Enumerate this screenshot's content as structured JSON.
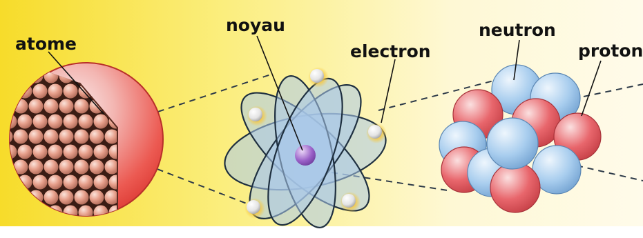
{
  "labels": {
    "atom": "atome",
    "nucleus": "noyau",
    "electron": "electron",
    "neutron": "neutron",
    "proton": "proton"
  },
  "colors": {
    "background_left": "#f7dc2a",
    "background_right": "#fffbe6",
    "sphere": "#ec4a43",
    "orbit_fill": "#a9c9ea",
    "orbit_line": "#1f3040",
    "neutron": "#a8cdee",
    "proton": "#e8666c",
    "nucleus": "#9a60c8",
    "electron": "#e8e8e8",
    "electron_glow": "#f5c842"
  },
  "icons": {
    "atom": "atom-sphere-cutaway",
    "orbits": "atom-orbit-model",
    "nucleus_cluster": "nucleon-cluster"
  }
}
